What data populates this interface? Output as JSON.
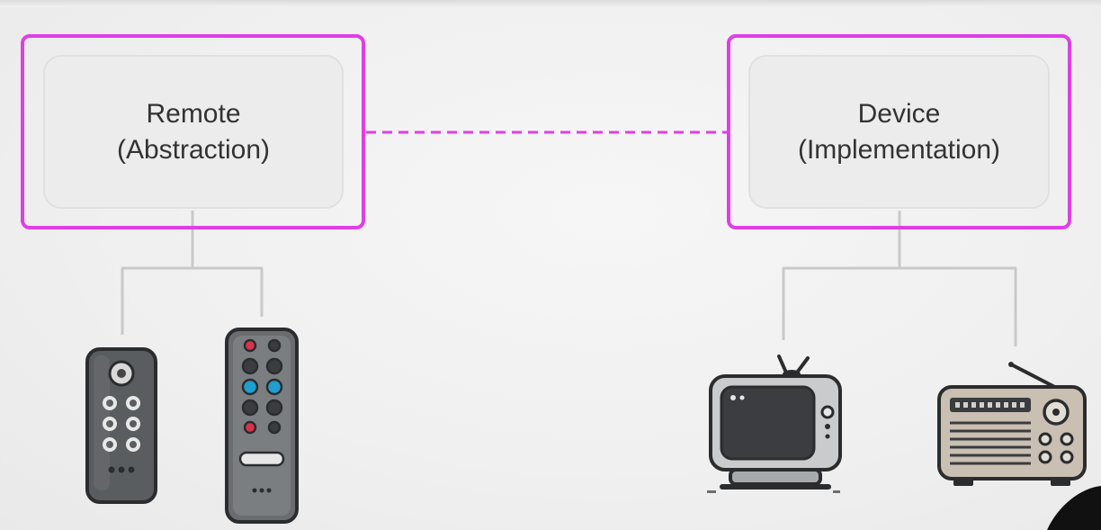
{
  "colors": {
    "highlight": "#e03ee6",
    "connector": "#c9c9c9",
    "dashed_link": "#e03ee6"
  },
  "abstraction": {
    "line1": "Remote",
    "line2": "(Abstraction)",
    "children": [
      "remote-simple-icon",
      "remote-full-icon"
    ]
  },
  "implementation": {
    "line1": "Device",
    "line2": "(Implementation)",
    "children": [
      "tv-icon",
      "radio-icon"
    ]
  }
}
